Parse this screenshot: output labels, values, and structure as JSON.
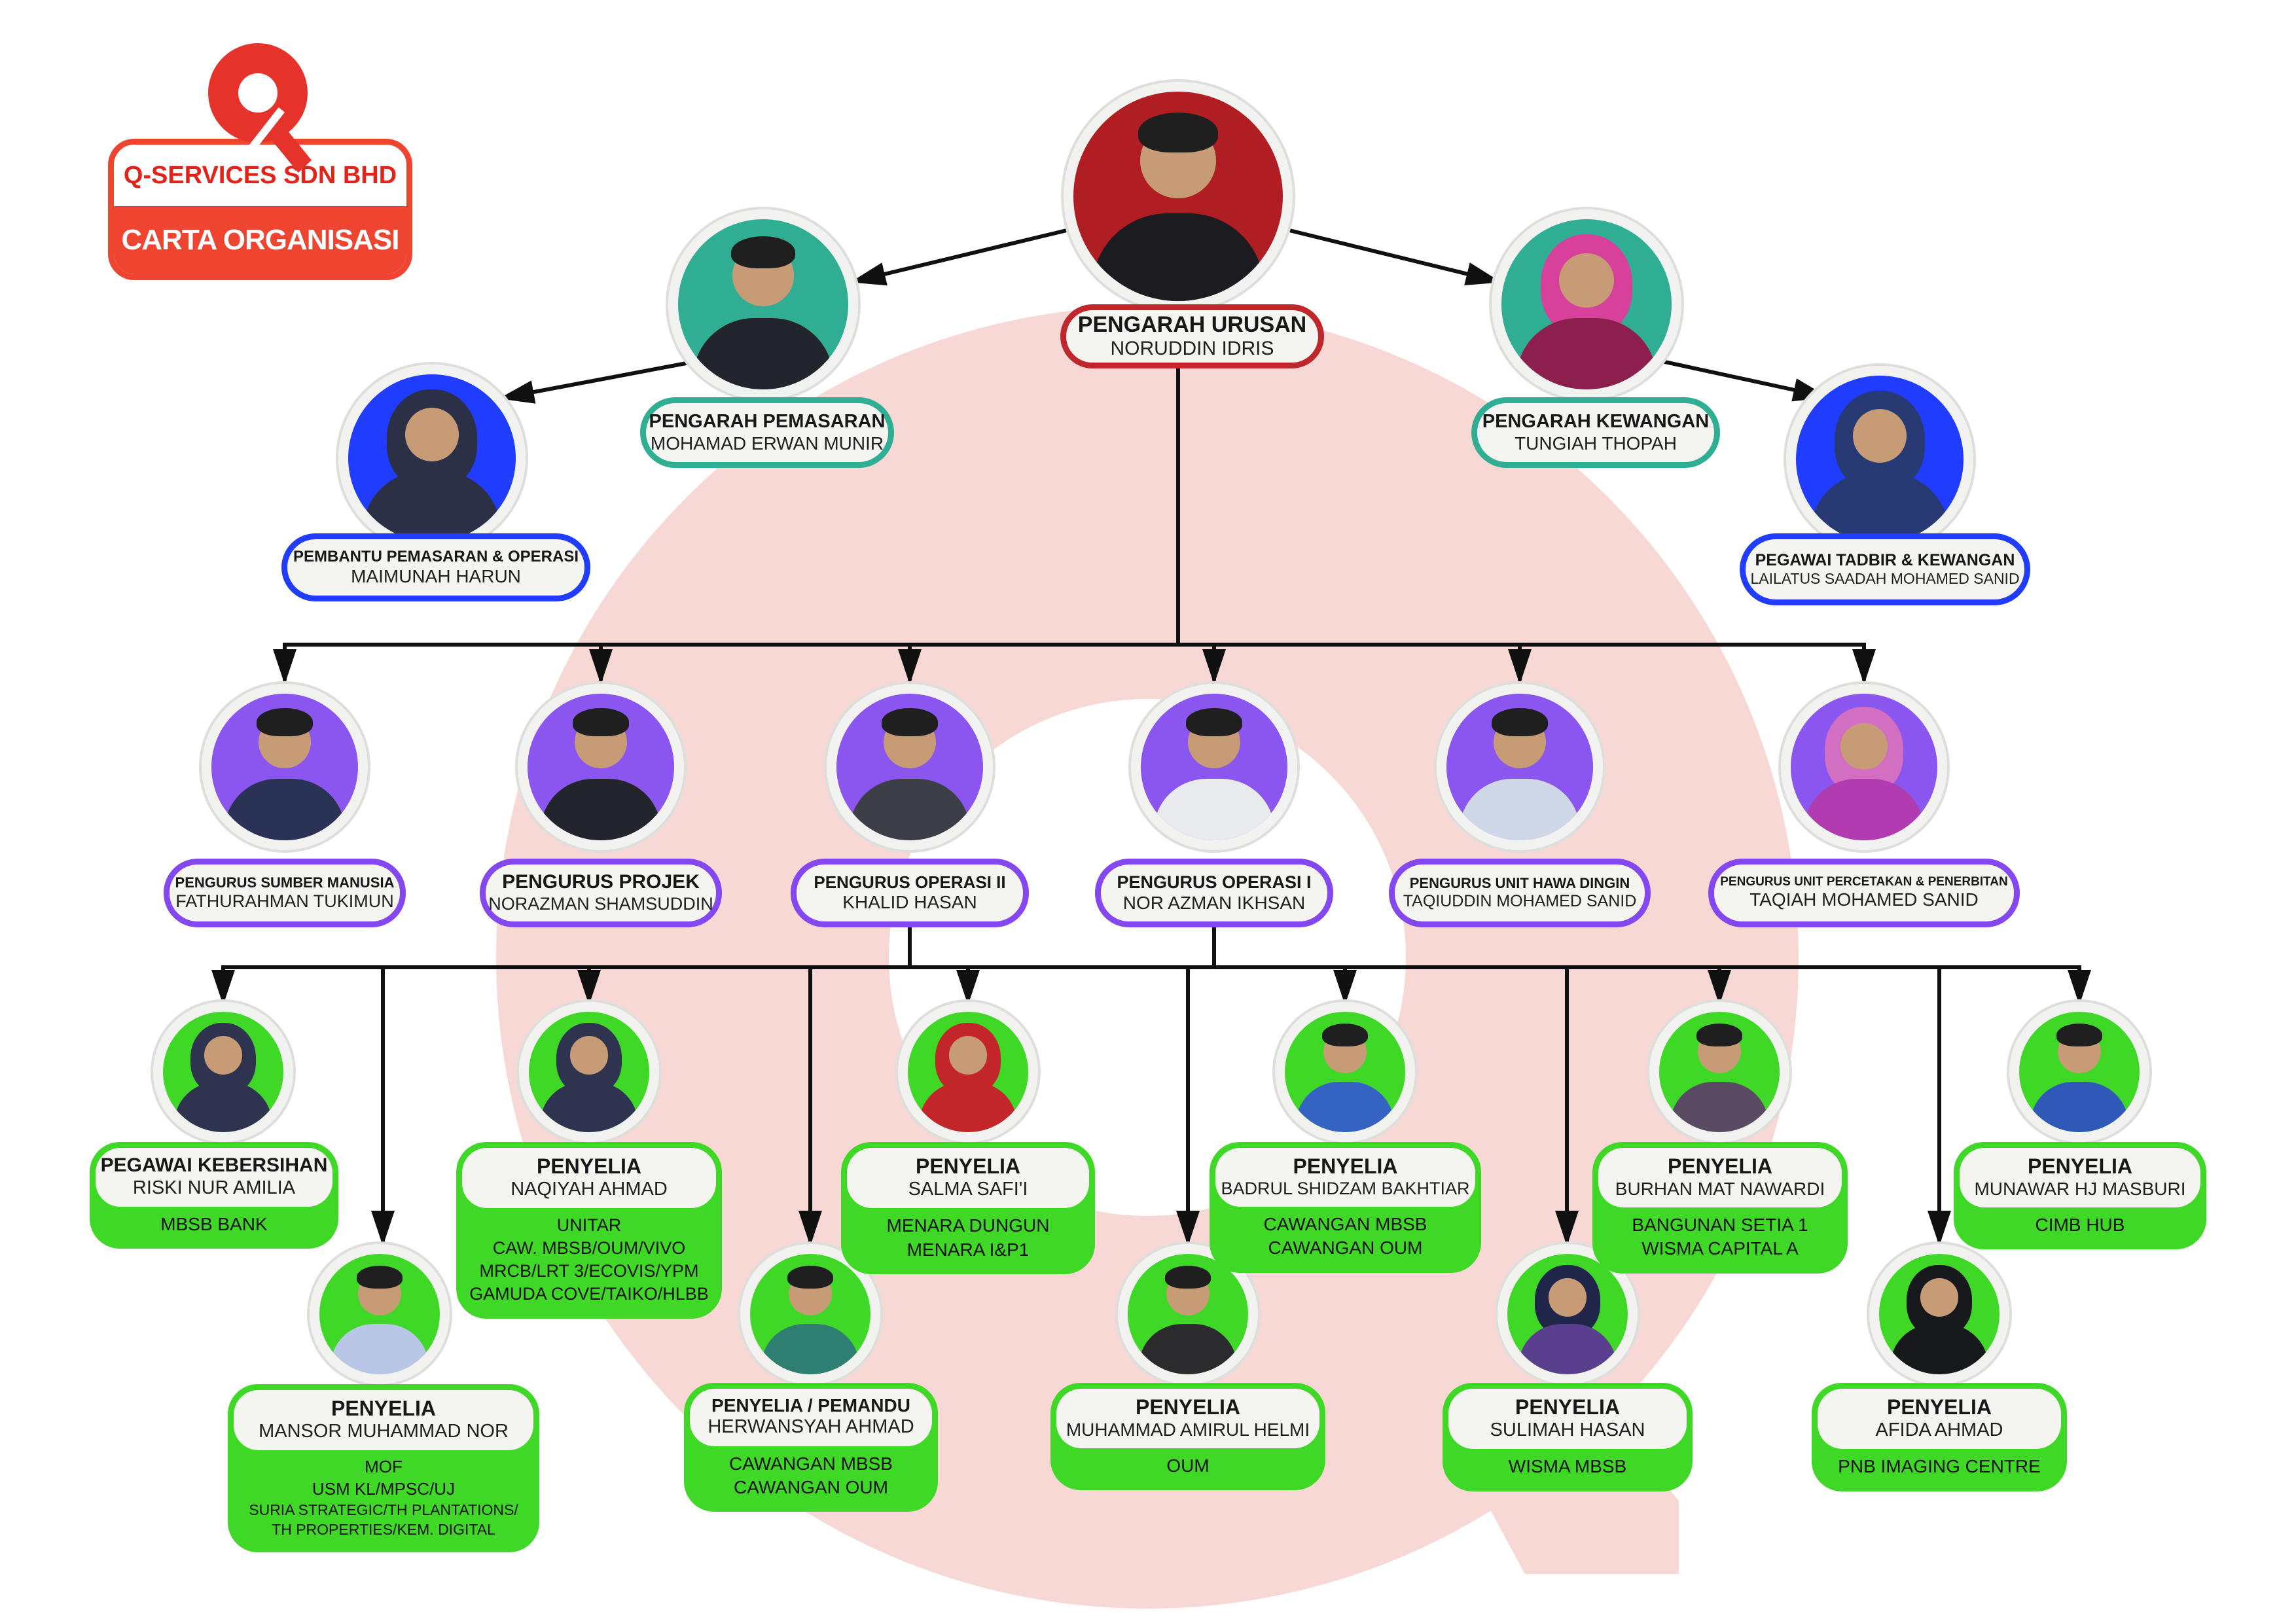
{
  "logo": {
    "company": "Q-SERVICES SDN BHD",
    "chart_title": "CARTA ORGANISASI"
  },
  "colors": {
    "logo_red": "#e5332b",
    "logo_border_orange": "#ef4430",
    "top_level_red": "#c0272d",
    "director_teal": "#2fae93",
    "assistant_blue": "#1f3cff",
    "manager_purple": "#8447f0",
    "supervisor_green": "#3fd827",
    "watermark_pink": "#f8d8d4",
    "connector_black": "#101010"
  },
  "nodes": [
    {
      "title": "PENGARAH URUSAN",
      "name": "NORUDDIN IDRIS",
      "level": "top",
      "avatar": "male"
    },
    {
      "title": "PENGARAH PEMASARAN",
      "name": "MOHAMAD ERWAN MUNIR",
      "level": "director",
      "avatar": "male"
    },
    {
      "title": "PENGARAH KEWANGAN",
      "name": "TUNGIAH THOPAH",
      "level": "director",
      "avatar": "female"
    },
    {
      "title": "PEMBANTU PEMASARAN & OPERASI",
      "name": "MAIMUNAH HARUN",
      "level": "assistant",
      "avatar": "female"
    },
    {
      "title": "PEGAWAI TADBIR & KEWANGAN",
      "name": "LAILATUS SAADAH MOHAMED SANID",
      "level": "assistant",
      "avatar": "female"
    },
    {
      "title": "PENGURUS SUMBER MANUSIA",
      "name": "FATHURAHMAN TUKIMUN",
      "level": "manager",
      "avatar": "male"
    },
    {
      "title": "PENGURUS PROJEK",
      "name": "NORAZMAN SHAMSUDDIN",
      "level": "manager",
      "avatar": "male"
    },
    {
      "title": "PENGURUS OPERASI II",
      "name": "KHALID HASAN",
      "level": "manager",
      "avatar": "male"
    },
    {
      "title": "PENGURUS OPERASI I",
      "name": "NOR AZMAN IKHSAN",
      "level": "manager",
      "avatar": "male"
    },
    {
      "title": "PENGURUS UNIT HAWA DINGIN",
      "name": "TAQIUDDIN MOHAMED SANID",
      "level": "manager",
      "avatar": "male"
    },
    {
      "title": "PENGURUS UNIT PERCETAKAN & PENERBITAN",
      "name": "TAQIAH MOHAMED SANID",
      "level": "manager",
      "avatar": "female"
    },
    {
      "title": "PEGAWAI KEBERSIHAN",
      "name": "RISKI NUR AMILIA",
      "level": "supervisor",
      "avatar": "female",
      "locations": [
        "MBSB BANK"
      ]
    },
    {
      "title": "PENYELIA",
      "name": "NAQIYAH AHMAD",
      "level": "supervisor",
      "avatar": "female",
      "locations": [
        "UNITAR",
        "CAW. MBSB/OUM/VIVO",
        "MRCB/LRT 3/ECOVIS/YPM",
        "GAMUDA COVE/TAIKO/HLBB"
      ]
    },
    {
      "title": "PENYELIA",
      "name": "SALMA SAFI'I",
      "level": "supervisor",
      "avatar": "female",
      "locations": [
        "MENARA DUNGUN",
        "MENARA I&P1"
      ]
    },
    {
      "title": "PENYELIA",
      "name": "BADRUL SHIDZAM BAKHTIAR",
      "level": "supervisor",
      "avatar": "male",
      "locations": [
        "CAWANGAN MBSB",
        "CAWANGAN OUM"
      ]
    },
    {
      "title": "PENYELIA",
      "name": "BURHAN MAT NAWARDI",
      "level": "supervisor",
      "avatar": "male",
      "locations": [
        "BANGUNAN SETIA 1",
        "WISMA CAPITAL A"
      ]
    },
    {
      "title": "PENYELIA",
      "name": "MUNAWAR HJ MASBURI",
      "level": "supervisor",
      "avatar": "male",
      "locations": [
        "CIMB HUB"
      ]
    },
    {
      "title": "PENYELIA",
      "name": "MANSOR MUHAMMAD NOR",
      "level": "supervisor",
      "avatar": "male",
      "locations": [
        "MOF",
        "USM KL/MPSC/UJ",
        "SURIA STRATEGIC/TH PLANTATIONS/",
        "TH PROPERTIES/KEM. DIGITAL"
      ]
    },
    {
      "title": "PENYELIA / PEMANDU",
      "name": "HERWANSYAH AHMAD",
      "level": "supervisor",
      "avatar": "male",
      "locations": [
        "CAWANGAN MBSB",
        "CAWANGAN OUM"
      ]
    },
    {
      "title": "PENYELIA",
      "name": "MUHAMMAD AMIRUL HELMI",
      "level": "supervisor",
      "avatar": "male",
      "locations": [
        "OUM"
      ]
    },
    {
      "title": "PENYELIA",
      "name": "SULIMAH HASAN",
      "level": "supervisor",
      "avatar": "female",
      "locations": [
        "WISMA MBSB"
      ]
    },
    {
      "title": "PENYELIA",
      "name": "AFIDA AHMAD",
      "level": "supervisor",
      "avatar": "female",
      "locations": [
        "PNB IMAGING CENTRE"
      ]
    }
  ]
}
